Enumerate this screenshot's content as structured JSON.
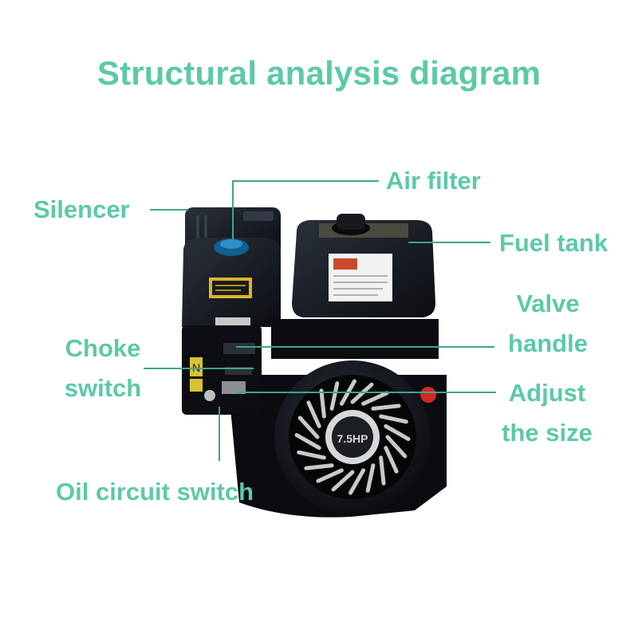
{
  "diagram": {
    "title": "Structural analysis diagram",
    "accent_color": "#5cc9a7",
    "line_color": "#3ea58a",
    "labels": {
      "silencer": "Silencer",
      "air_filter": "Air filter",
      "fuel_tank": "Fuel tank",
      "valve_handle_line1": "Valve",
      "valve_handle_line2": "handle",
      "choke_switch_line1": "Choke",
      "choke_switch_line2": "switch",
      "adjust_size_line1": "Adjust",
      "adjust_size_line2": "the size",
      "oil_circuit_switch": "Oil circuit switch"
    },
    "engine": {
      "body_color": "#101318",
      "highlight_color": "#2c3340",
      "recoil_emblem_text": "7.5HP"
    }
  }
}
